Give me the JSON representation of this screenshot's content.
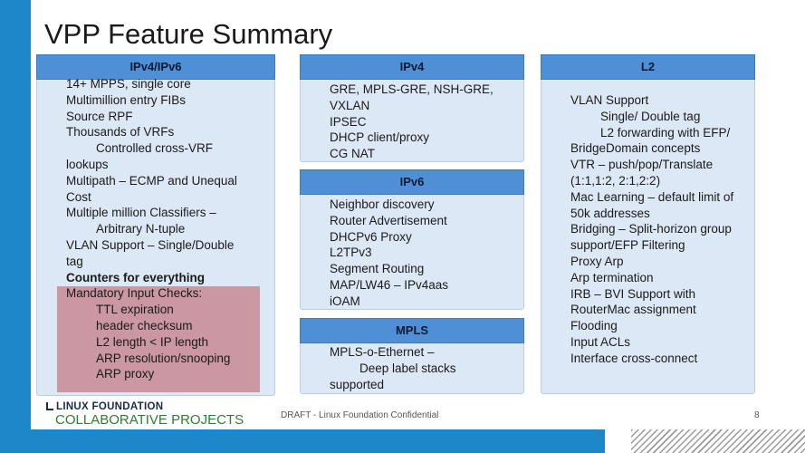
{
  "slide": {
    "title": "VPP Feature Summary",
    "page_number": "8",
    "footer_text": "DRAFT - Linux Foundation Confidential",
    "logo_line1": "LINUX FOUNDATION",
    "logo_line2": "COLLABORATIVE PROJECTS"
  },
  "ipv4ipv6": {
    "header": "IPv4/IPv6",
    "lines": [
      {
        "text": "14+ MPPS, single core",
        "indent": false,
        "bold": false
      },
      {
        "text": "Multimillion entry FIBs",
        "indent": false,
        "bold": false
      },
      {
        "text": "Source RPF",
        "indent": false,
        "bold": false
      },
      {
        "text": "Thousands of VRFs",
        "indent": false,
        "bold": false
      },
      {
        "text": "Controlled cross-VRF",
        "indent": true,
        "bold": false
      },
      {
        "text": "lookups",
        "indent": false,
        "bold": false
      },
      {
        "text": "Multipath – ECMP and Unequal",
        "indent": false,
        "bold": false
      },
      {
        "text": "Cost",
        "indent": false,
        "bold": false
      },
      {
        "text": "Multiple million Classifiers –",
        "indent": false,
        "bold": false
      },
      {
        "text": "Arbitrary N-tuple",
        "indent": true,
        "bold": false
      },
      {
        "text": "VLAN Support – Single/Double",
        "indent": false,
        "bold": false
      },
      {
        "text": "tag",
        "indent": false,
        "bold": false
      },
      {
        "text": "Counters for everything",
        "indent": false,
        "bold": true
      },
      {
        "text": "Mandatory Input Checks:",
        "indent": false,
        "bold": false
      },
      {
        "text": "TTL expiration",
        "indent": true,
        "bold": false
      },
      {
        "text": "header checksum",
        "indent": true,
        "bold": false
      },
      {
        "text": "L2 length < IP length",
        "indent": true,
        "bold": false
      },
      {
        "text": "ARP resolution/snooping",
        "indent": true,
        "bold": false
      },
      {
        "text": "ARP proxy",
        "indent": true,
        "bold": false
      }
    ]
  },
  "ipv4": {
    "header": "IPv4",
    "lines": [
      {
        "text": "GRE, MPLS-GRE, NSH-GRE,",
        "indent": false,
        "bold": false
      },
      {
        "text": "VXLAN",
        "indent": false,
        "bold": false
      },
      {
        "text": "IPSEC",
        "indent": false,
        "bold": false
      },
      {
        "text": "DHCP client/proxy",
        "indent": false,
        "bold": false
      },
      {
        "text": "CG NAT",
        "indent": false,
        "bold": false
      }
    ]
  },
  "ipv6": {
    "header": "IPv6",
    "lines": [
      {
        "text": "Neighbor discovery",
        "indent": false,
        "bold": false
      },
      {
        "text": "Router Advertisement",
        "indent": false,
        "bold": false
      },
      {
        "text": "DHCPv6 Proxy",
        "indent": false,
        "bold": false
      },
      {
        "text": "L2TPv3",
        "indent": false,
        "bold": false
      },
      {
        "text": "Segment Routing",
        "indent": false,
        "bold": false
      },
      {
        "text": "MAP/LW46 – IPv4aas",
        "indent": false,
        "bold": false
      },
      {
        "text": "iOAM",
        "indent": false,
        "bold": false
      }
    ]
  },
  "mpls": {
    "header": "MPLS",
    "lines": [
      {
        "text": "MPLS-o-Ethernet –",
        "indent": false,
        "bold": false
      },
      {
        "text": "Deep label stacks",
        "indent": true,
        "bold": false
      },
      {
        "text": "supported",
        "indent": false,
        "bold": false
      }
    ]
  },
  "l2": {
    "header": "L2",
    "lines": [
      {
        "text": "VLAN Support",
        "indent": false,
        "bold": false
      },
      {
        "text": "Single/ Double tag",
        "indent": true,
        "bold": false
      },
      {
        "text": "L2 forwarding with EFP/",
        "indent": true,
        "bold": false
      },
      {
        "text": "BridgeDomain concepts",
        "indent": false,
        "bold": false
      },
      {
        "text": "VTR – push/pop/Translate",
        "indent": false,
        "bold": false
      },
      {
        "text": "(1:1,1:2, 2:1,2:2)",
        "indent": false,
        "bold": false
      },
      {
        "text": "Mac Learning – default limit of",
        "indent": false,
        "bold": false
      },
      {
        "text": "50k addresses",
        "indent": false,
        "bold": false
      },
      {
        "text": "Bridging – Split-horizon group",
        "indent": false,
        "bold": false
      },
      {
        "text": "support/EFP Filtering",
        "indent": false,
        "bold": false
      },
      {
        "text": "Proxy Arp",
        "indent": false,
        "bold": false
      },
      {
        "text": "Arp termination",
        "indent": false,
        "bold": false
      },
      {
        "text": "IRB – BVI Support with",
        "indent": false,
        "bold": false
      },
      {
        "text": "RouterMac assignment",
        "indent": false,
        "bold": false
      },
      {
        "text": "Flooding",
        "indent": false,
        "bold": false
      },
      {
        "text": "Input ACLs",
        "indent": false,
        "bold": false
      },
      {
        "text": "Interface cross-connect",
        "indent": false,
        "bold": false
      }
    ]
  }
}
